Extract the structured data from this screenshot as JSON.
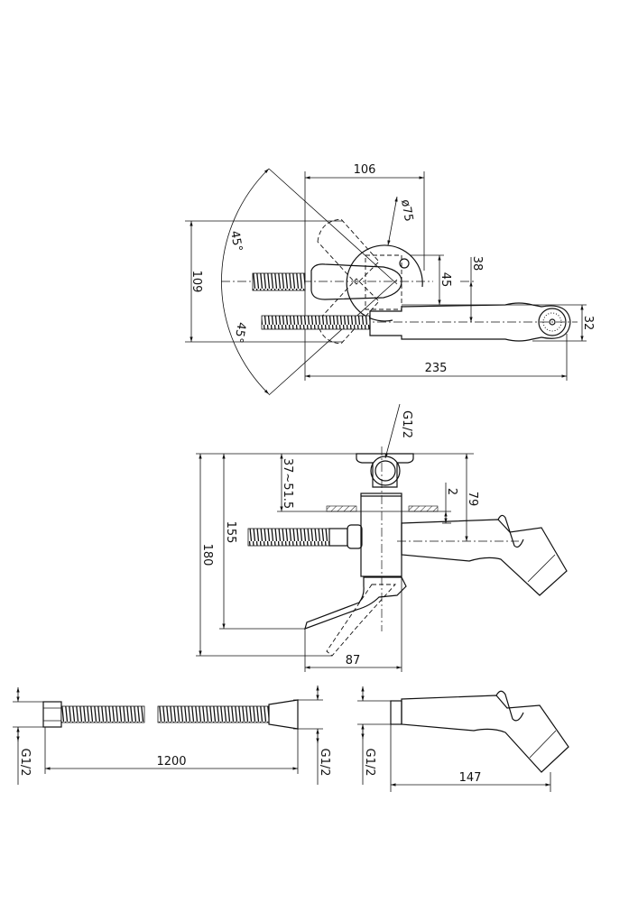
{
  "top_view": {
    "width_dim": "106",
    "diameter_dim": "ø75",
    "angle_upper": "45°",
    "angle_lower": "45°",
    "height_dim": "109",
    "offset_45": "45",
    "offset_38": "38",
    "spray_dia": "32",
    "total_length": "235"
  },
  "side_view": {
    "thread_label": "G1/2",
    "wall_range": "37~51.5",
    "gap_dim": "2",
    "spout_height": "79",
    "lever_height_155": "155",
    "total_height_180": "180",
    "depth_87": "87"
  },
  "hose_view": {
    "left_thread": "G1/2",
    "length": "1200",
    "right_thread": "G1/2"
  },
  "handspray_view": {
    "thread": "G1/2",
    "length": "147"
  }
}
